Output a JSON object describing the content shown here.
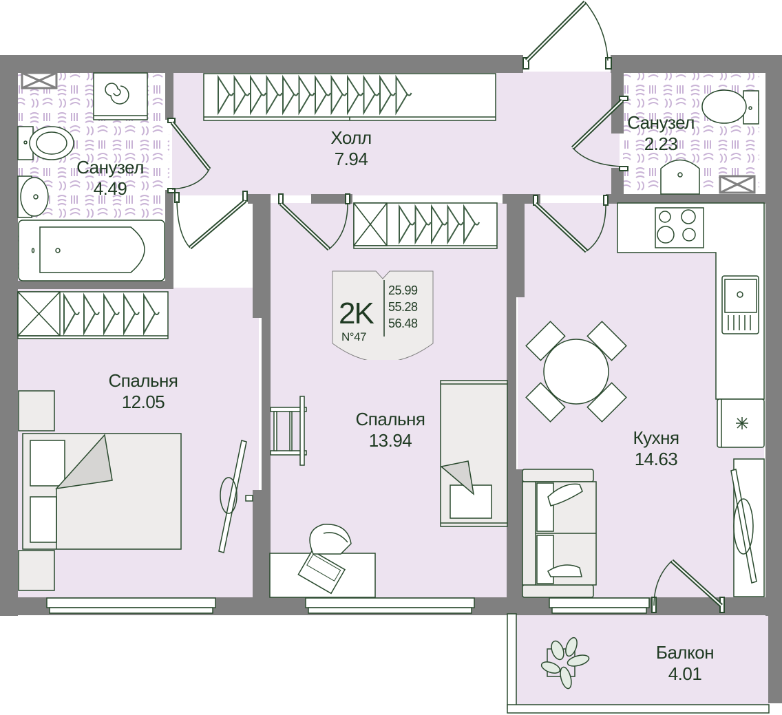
{
  "apartment": {
    "type_label": "2K",
    "number_label": "N°47",
    "areas": [
      "25.99",
      "55.28",
      "56.48"
    ]
  },
  "rooms": [
    {
      "id": "bathroom-1",
      "name": "Санузел",
      "area": "4.49"
    },
    {
      "id": "hall",
      "name": "Холл",
      "area": "7.94"
    },
    {
      "id": "bathroom-2",
      "name": "Санузел",
      "area": "2.23"
    },
    {
      "id": "bedroom-1",
      "name": "Спальня",
      "area": "12.05"
    },
    {
      "id": "bedroom-2",
      "name": "Спальня",
      "area": "13.94"
    },
    {
      "id": "kitchen",
      "name": "Кухня",
      "area": "14.63"
    },
    {
      "id": "balcony",
      "name": "Балкон",
      "area": "4.01"
    }
  ],
  "colors": {
    "wall": "#808080",
    "floor": "#ede3f0",
    "line": "#2a4a2e",
    "tile": "#c9b3d6",
    "furniture_fill": "#eeeceb",
    "text": "#1f3a22"
  }
}
